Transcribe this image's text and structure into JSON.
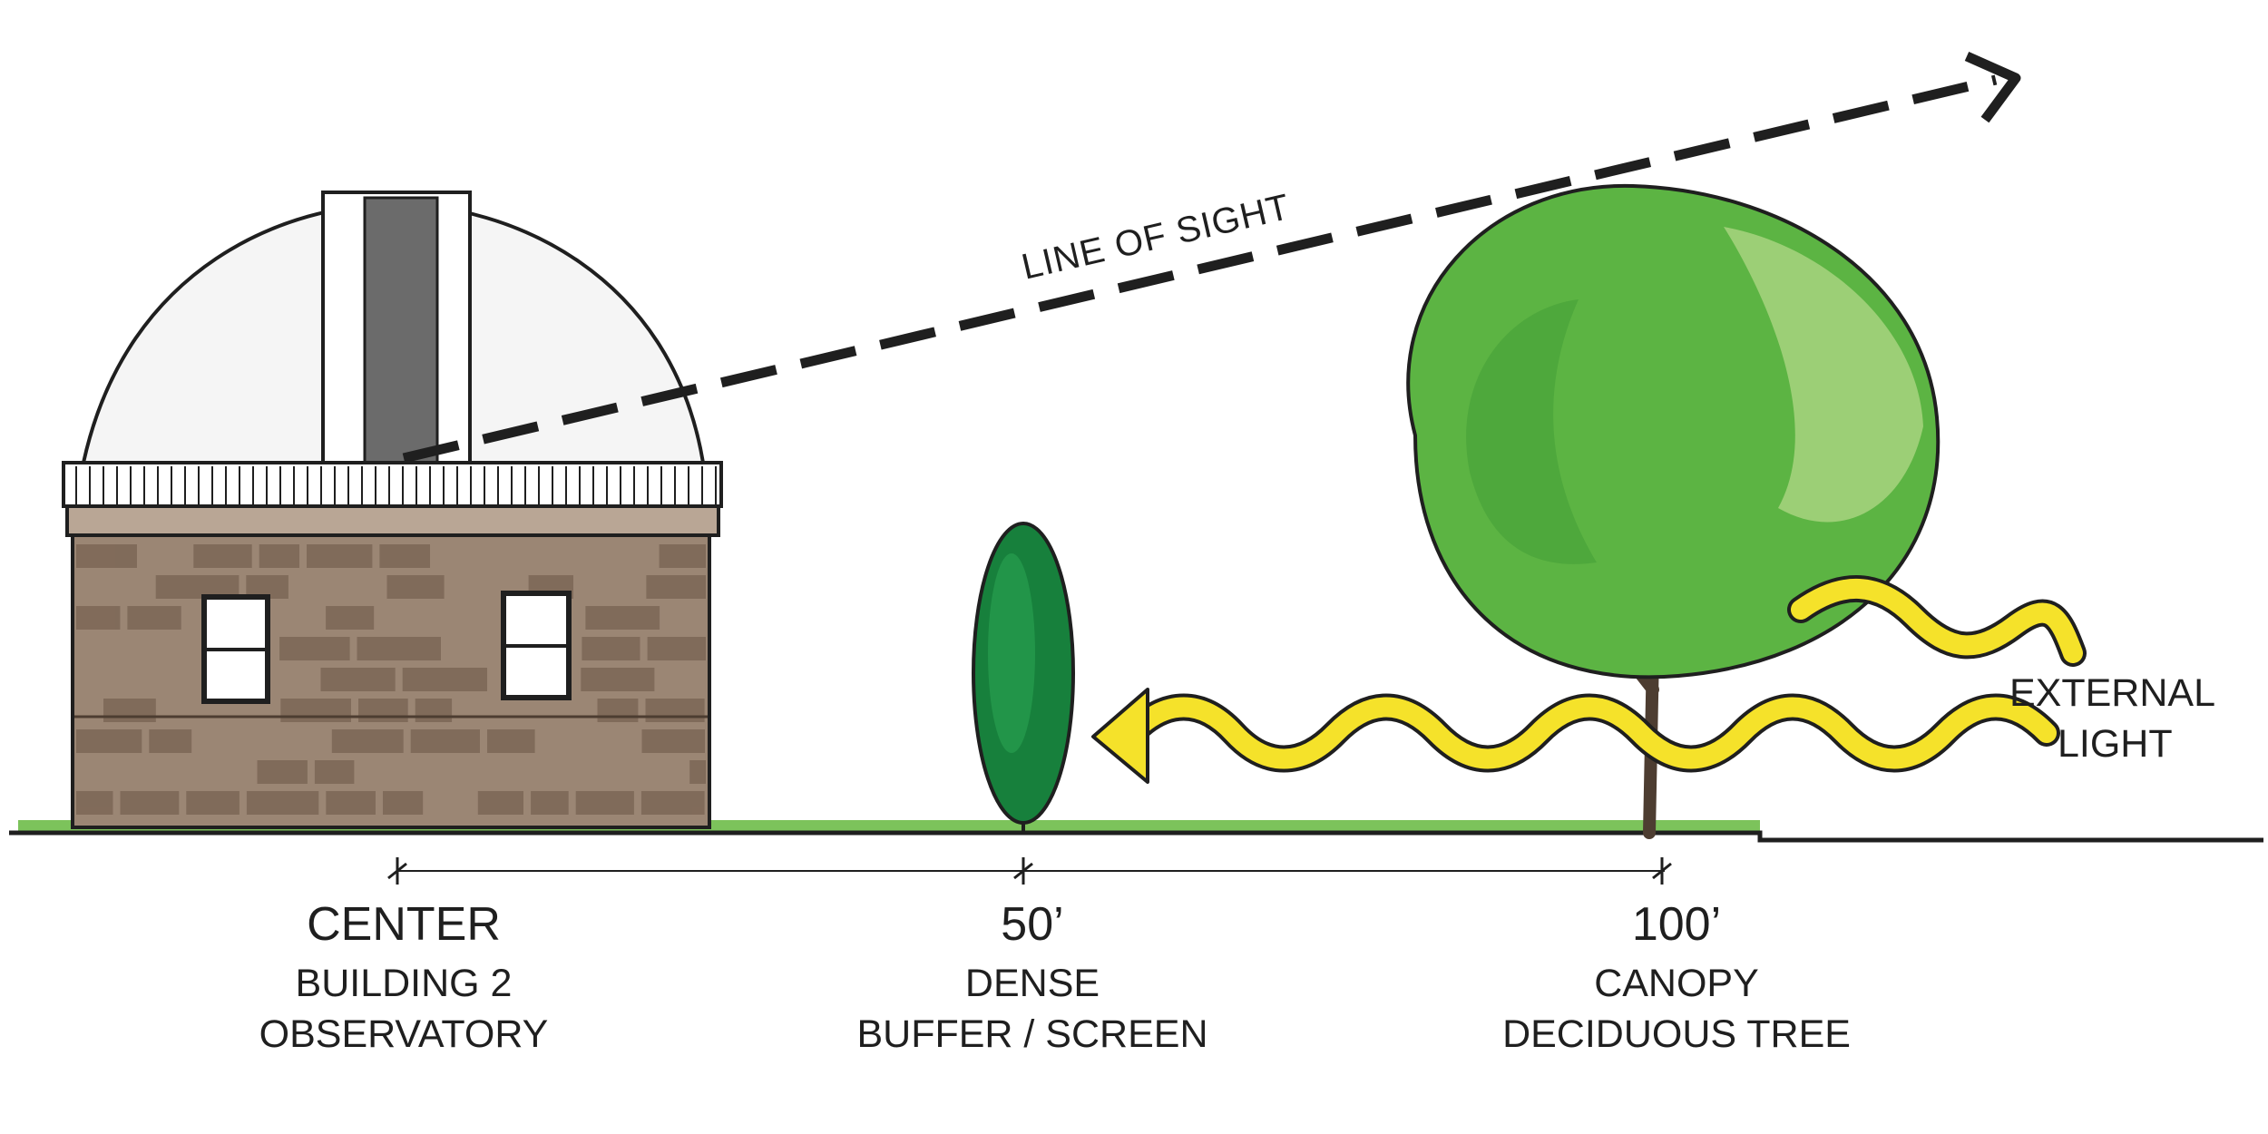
{
  "sight_label": "LINE OF SIGHT",
  "external_light": [
    "EXTERNAL",
    "LIGHT"
  ],
  "markers": [
    {
      "distance": "CENTER",
      "lines": [
        "BUILDING 2",
        "OBSERVATORY"
      ]
    },
    {
      "distance": "50’",
      "lines": [
        "DENSE",
        "BUFFER / SCREEN"
      ]
    },
    {
      "distance": "100’",
      "lines": [
        "CANOPY",
        "DECIDUOUS TREE"
      ]
    }
  ],
  "colors": {
    "ink": "#1f1f1f",
    "stone": "#9b8674",
    "stone_dark": "#6b5646",
    "dome": "#f7f7f7",
    "shrub": "#17803c",
    "canopy": "#5cb443",
    "canopy_light": "#a7d37f",
    "light_wave": "#f5e22a",
    "grass": "#7cc35b"
  }
}
